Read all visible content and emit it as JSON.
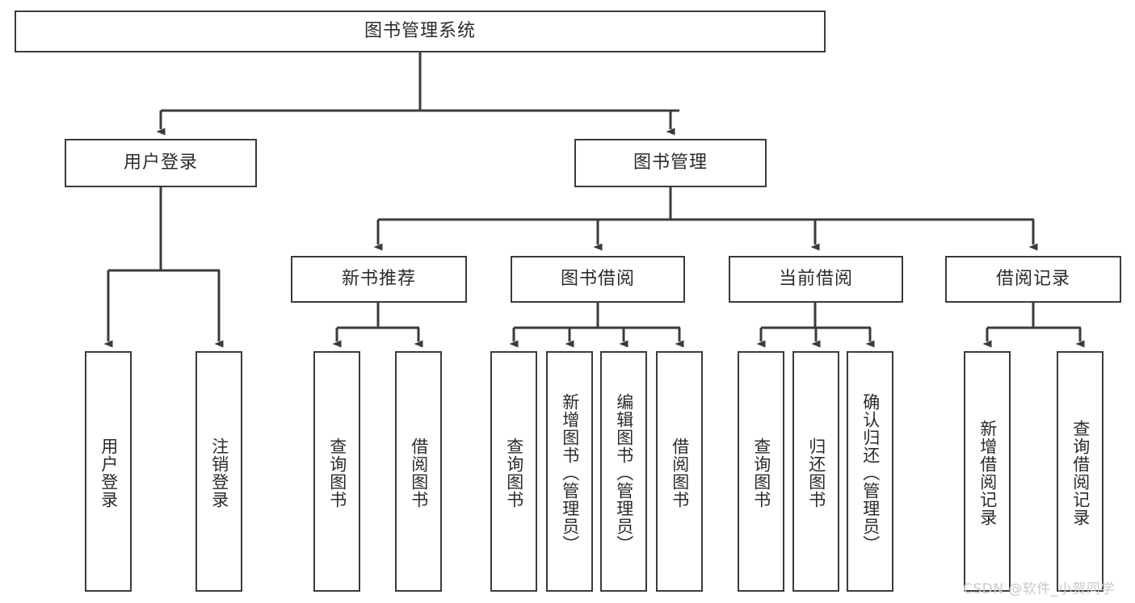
{
  "diagram": {
    "title": "图书管理系统",
    "watermark": "CSDN @软件_小贺同学",
    "colors": {
      "background": "#ffffff",
      "stroke": "#3b3b3b",
      "text": "#2b2b2b",
      "watermark": "#c9c9c9"
    },
    "root": {
      "label": "图书管理系统"
    },
    "level1": [
      {
        "label": "用户登录"
      },
      {
        "label": "图书管理"
      }
    ],
    "level2": [
      {
        "label": "新书推荐"
      },
      {
        "label": "图书借阅"
      },
      {
        "label": "当前借阅"
      },
      {
        "label": "借阅记录"
      }
    ],
    "leaves": {
      "user_login": [
        {
          "label": "用户登录"
        },
        {
          "label": "注销登录"
        }
      ],
      "new_book_recommend": [
        {
          "label": "查询图书"
        },
        {
          "label": "借阅图书"
        }
      ],
      "book_borrow": [
        {
          "label": "查询图书"
        },
        {
          "label": "新增图书（管理员）"
        },
        {
          "label": "编辑图书（管理员）"
        },
        {
          "label": "借阅图书"
        }
      ],
      "current_borrow": [
        {
          "label": "查询图书"
        },
        {
          "label": "归还图书"
        },
        {
          "label": "确认归还（管理员）"
        }
      ],
      "borrow_records": [
        {
          "label": "新增借阅记录"
        },
        {
          "label": "查询借阅记录"
        }
      ]
    }
  },
  "chart_data": {
    "type": "table",
    "title": "图书管理系统 功能结构图",
    "nodes": [
      {
        "id": "root",
        "label": "图书管理系统",
        "level": 0,
        "parent": null
      },
      {
        "id": "n1",
        "label": "用户登录",
        "level": 1,
        "parent": "root"
      },
      {
        "id": "n2",
        "label": "图书管理",
        "level": 1,
        "parent": "root"
      },
      {
        "id": "n1a",
        "label": "用户登录",
        "level": 2,
        "parent": "n1"
      },
      {
        "id": "n1b",
        "label": "注销登录",
        "level": 2,
        "parent": "n1"
      },
      {
        "id": "n2a",
        "label": "新书推荐",
        "level": 2,
        "parent": "n2"
      },
      {
        "id": "n2b",
        "label": "图书借阅",
        "level": 2,
        "parent": "n2"
      },
      {
        "id": "n2c",
        "label": "当前借阅",
        "level": 2,
        "parent": "n2"
      },
      {
        "id": "n2d",
        "label": "借阅记录",
        "level": 2,
        "parent": "n2"
      },
      {
        "id": "n2a1",
        "label": "查询图书",
        "level": 3,
        "parent": "n2a"
      },
      {
        "id": "n2a2",
        "label": "借阅图书",
        "level": 3,
        "parent": "n2a"
      },
      {
        "id": "n2b1",
        "label": "查询图书",
        "level": 3,
        "parent": "n2b"
      },
      {
        "id": "n2b2",
        "label": "新增图书（管理员）",
        "level": 3,
        "parent": "n2b"
      },
      {
        "id": "n2b3",
        "label": "编辑图书（管理员）",
        "level": 3,
        "parent": "n2b"
      },
      {
        "id": "n2b4",
        "label": "借阅图书",
        "level": 3,
        "parent": "n2b"
      },
      {
        "id": "n2c1",
        "label": "查询图书",
        "level": 3,
        "parent": "n2c"
      },
      {
        "id": "n2c2",
        "label": "归还图书",
        "level": 3,
        "parent": "n2c"
      },
      {
        "id": "n2c3",
        "label": "确认归还（管理员）",
        "level": 3,
        "parent": "n2c"
      },
      {
        "id": "n2d1",
        "label": "新增借阅记录",
        "level": 3,
        "parent": "n2d"
      },
      {
        "id": "n2d2",
        "label": "查询借阅记录",
        "level": 3,
        "parent": "n2d"
      }
    ]
  }
}
